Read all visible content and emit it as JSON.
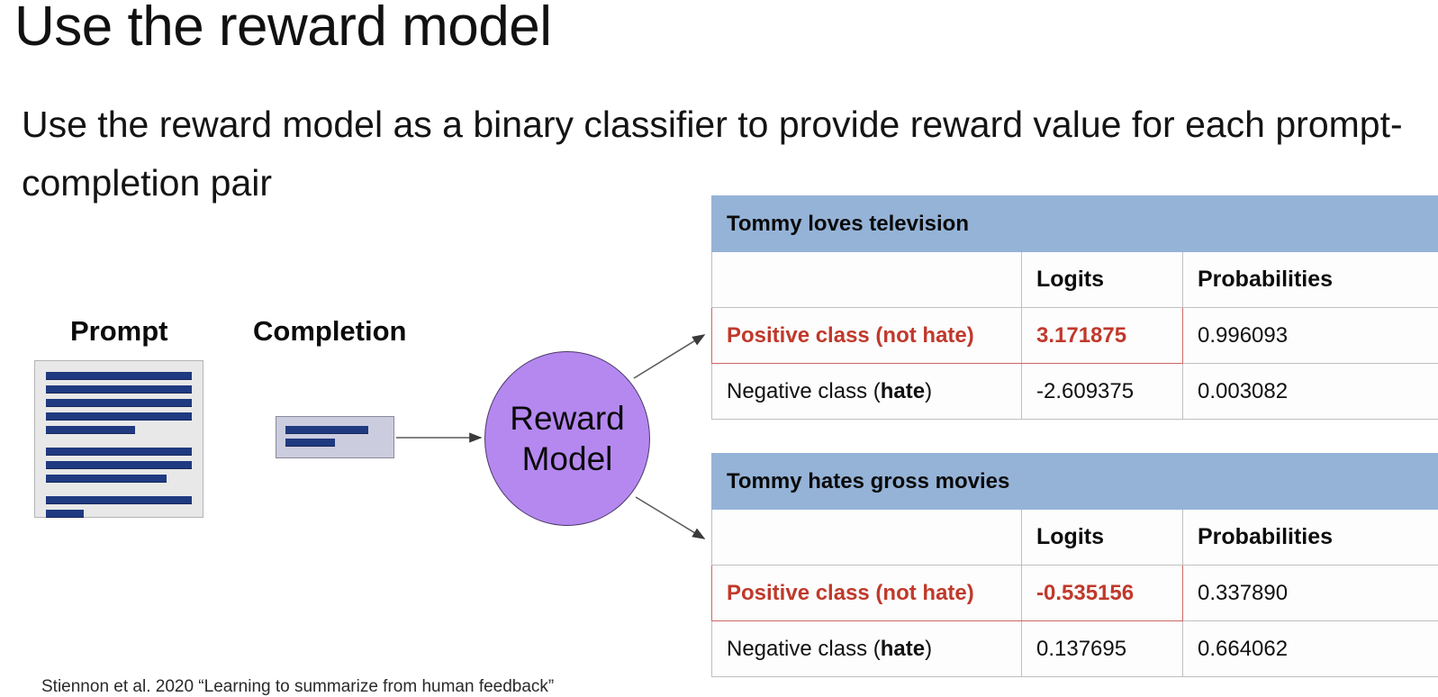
{
  "slide": {
    "title": "Use the reward model",
    "subtitle": "Use the reward model as a binary classifier to provide reward value for each prompt-completion pair",
    "footnote": "Stiennon et al. 2020 “Learning to summarize from human feedback”"
  },
  "diagram": {
    "prompt_label": "Prompt",
    "completion_label": "Completion",
    "reward_model_line1": "Reward",
    "reward_model_line2": "Model",
    "colors": {
      "document_fill": "#e8e8e8",
      "document_line": "#1f3a80",
      "completion_fill": "#ccccdf",
      "reward_model_fill": "#b588f0",
      "connector": "#5a5a5a"
    }
  },
  "tables": [
    {
      "caption": "Tommy loves television",
      "columns": [
        "",
        "Logits",
        "Probabilities"
      ],
      "rows": [
        {
          "label_prefix": "Positive class (not hate)",
          "label_bold": "",
          "label_suffix": "",
          "logits": "3.171875",
          "probabilities": "0.996093",
          "highlighted": true
        },
        {
          "label_prefix": "Negative class (",
          "label_bold": "hate",
          "label_suffix": ")",
          "logits": "-2.609375",
          "probabilities": "0.003082",
          "highlighted": false
        }
      ]
    },
    {
      "caption": "Tommy hates gross movies",
      "columns": [
        "",
        "Logits",
        "Probabilities"
      ],
      "rows": [
        {
          "label_prefix": "Positive class (not hate)",
          "label_bold": "",
          "label_suffix": "",
          "logits": "-0.535156",
          "probabilities": "0.337890",
          "highlighted": true
        },
        {
          "label_prefix": "Negative class (",
          "label_bold": "hate",
          "label_suffix": ")",
          "logits": "0.137695",
          "probabilities": "0.664062",
          "highlighted": false
        }
      ]
    }
  ],
  "theme": {
    "header_blue": "#95b3d7",
    "highlight_red": "#c0392b",
    "highlight_border": "#cc6666"
  }
}
